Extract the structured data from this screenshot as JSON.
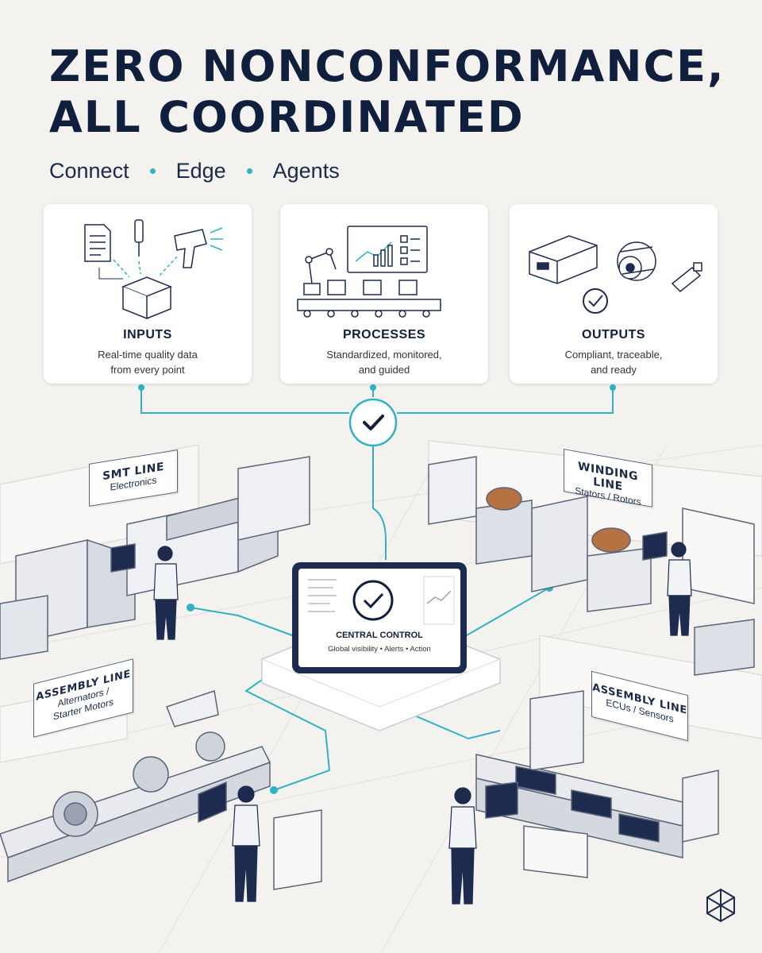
{
  "header": {
    "title_line1": "ZERO NONCONFORMANCE,",
    "title_line2": "ALL COORDINATED",
    "tags": [
      "Connect",
      "Edge",
      "Agents"
    ]
  },
  "cards": [
    {
      "title": "INPUTS",
      "desc_line1": "Real-time quality data",
      "desc_line2": "from every point"
    },
    {
      "title": "PROCESSES",
      "desc_line1": "Standardized, monitored,",
      "desc_line2": "and guided"
    },
    {
      "title": "OUTPUTS",
      "desc_line1": "Compliant, traceable,",
      "desc_line2": "and ready"
    }
  ],
  "control": {
    "title": "CENTRAL CONTROL",
    "subtitle": "Global visibility • Alerts • Action"
  },
  "lines": [
    {
      "title": "SMT LINE",
      "sub1": "Electronics",
      "sub2": ""
    },
    {
      "title": "WINDING LINE",
      "sub1": "Stators / Rotors",
      "sub2": ""
    },
    {
      "title": "ASSEMBLY LINE",
      "sub1": "Alternators /",
      "sub2": "Starter Motors"
    },
    {
      "title": "ASSEMBLY LINE",
      "sub1": "ECUs / Sensors",
      "sub2": ""
    }
  ],
  "colors": {
    "navy": "#0f1f3d",
    "accent": "#2fb3c3",
    "background": "#f4f2ee"
  },
  "icons": [
    "document-icon",
    "probe-icon",
    "scanner-icon",
    "box-icon",
    "dashboard-icon",
    "robot-arm-icon",
    "conveyor-icon",
    "ecu-icon",
    "motor-icon",
    "connector-icon",
    "check-icon",
    "logo-icon"
  ]
}
